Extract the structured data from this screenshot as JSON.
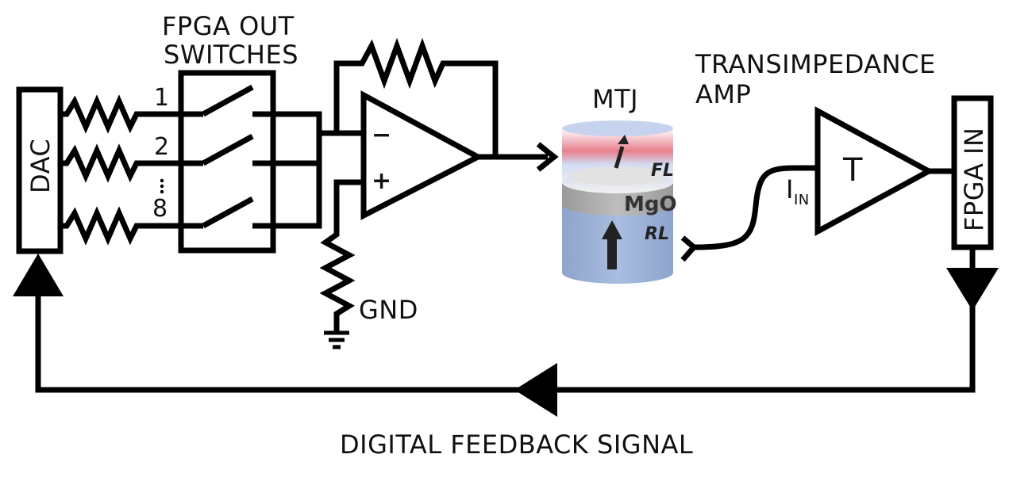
{
  "labels": {
    "switches_line1": "FPGA OUT",
    "switches_line2": "SWITCHES",
    "dac": "DAC",
    "sw1": "1",
    "sw2": "2",
    "sw8": "8",
    "minus": "−",
    "plus": "+",
    "gnd": "GND",
    "mtj": "MTJ",
    "fl": "FL",
    "mgo": "MgO",
    "rl": "RL",
    "tia_line1": "TRANSIMPEDANCE",
    "tia_line2": "AMP",
    "tia_symbol": "T",
    "iin": "I",
    "iin_sub": "IN",
    "fpga_in": "FPGA IN",
    "feedback": "DIGITAL FEEDBACK SIGNAL"
  },
  "colors": {
    "line": "#000000",
    "mtj_body": "#9fb3d6",
    "mtj_top_band": "#e46a7a",
    "mgo_layer": "#a8a8a8",
    "fl_layer": "#f3f3f3"
  }
}
